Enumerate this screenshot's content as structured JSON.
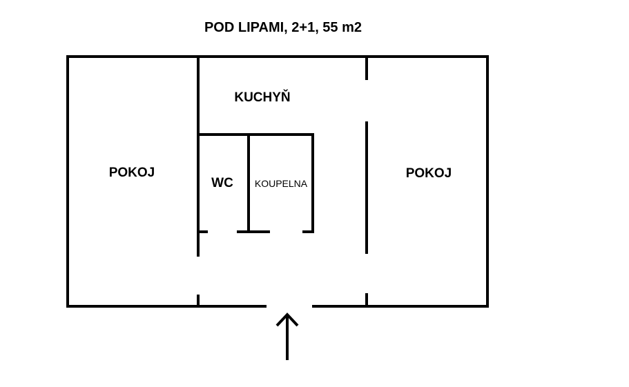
{
  "title": "POD LIPAMI, 2+1, 55 m2",
  "rooms": {
    "kitchen": "KUCHYŇ",
    "room_left": "POKOJ",
    "room_right": "POKOJ",
    "wc": "WC",
    "bathroom": "KOUPELNA"
  },
  "entrance_icon": "arrow-up-icon"
}
